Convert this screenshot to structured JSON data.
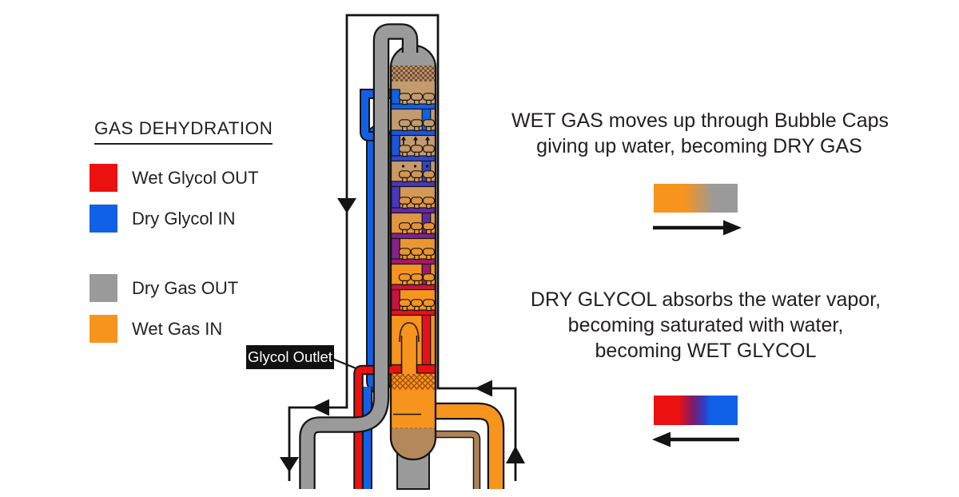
{
  "colors": {
    "red": "#EC1111",
    "blue": "#1161E8",
    "gray": "#9A9A9A",
    "orange": "#F7941D",
    "tan": "#C49B6E",
    "brown_pipe": "#AE8257",
    "ink": "#231F20",
    "label_bg": "#111111"
  },
  "legend": {
    "title": "GAS DEHYDRATION",
    "items": [
      {
        "color": "red",
        "label": "Wet Glycol OUT"
      },
      {
        "color": "blue",
        "label": "Dry Glycol IN"
      },
      {
        "color": "gray",
        "label": "Dry Gas OUT"
      },
      {
        "color": "orange",
        "label": "Wet Gas IN"
      }
    ]
  },
  "diagram": {
    "glycol_outlet_label": "Glycol Outlet",
    "tower": "glycol contactor with 9 bubble-cap trays, gas riser, glycol pool",
    "flow_loop_arrows": [
      "down-left-side",
      "left-bottom",
      "down-out",
      "left-into-tower",
      "up-from-bottom-right"
    ]
  },
  "annotations": {
    "wet_gas": {
      "line1": "WET GAS moves up through Bubble Caps",
      "line2": "giving up water, becoming DRY GAS",
      "gradient": [
        "orange",
        "gray"
      ],
      "flow_direction": "right"
    },
    "dry_glycol": {
      "line1": "DRY GLYCOL absorbs the water vapor,",
      "line2": "becoming saturated with water,",
      "line3": "becoming WET GLYCOL",
      "gradient": [
        "red",
        "blue"
      ],
      "flow_direction": "left"
    }
  }
}
